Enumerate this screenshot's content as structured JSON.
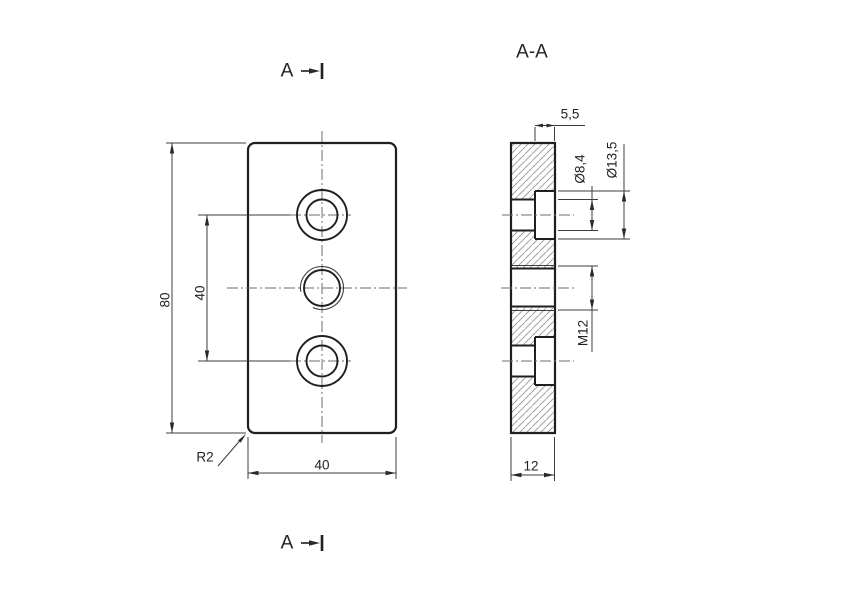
{
  "drawing": {
    "section_title": "A-A",
    "cut_line_label": "A",
    "front": {
      "dim_height": "80",
      "dim_hole_spacing": "40",
      "dim_width": "40",
      "dim_corner_radius": "R2"
    },
    "section": {
      "dim_counterbore_depth": "5,5",
      "dim_hole_diameter": "Ø8,4",
      "dim_counterbore_diameter": "Ø13,5",
      "dim_thread": "M12",
      "dim_thickness": "12"
    },
    "colors": {
      "outline": "#1f1f1f",
      "dimension": "#3c3c3c",
      "centerline": "#6e6e6e",
      "hatch": "#a3a3a3",
      "background": "#ffffff"
    }
  }
}
